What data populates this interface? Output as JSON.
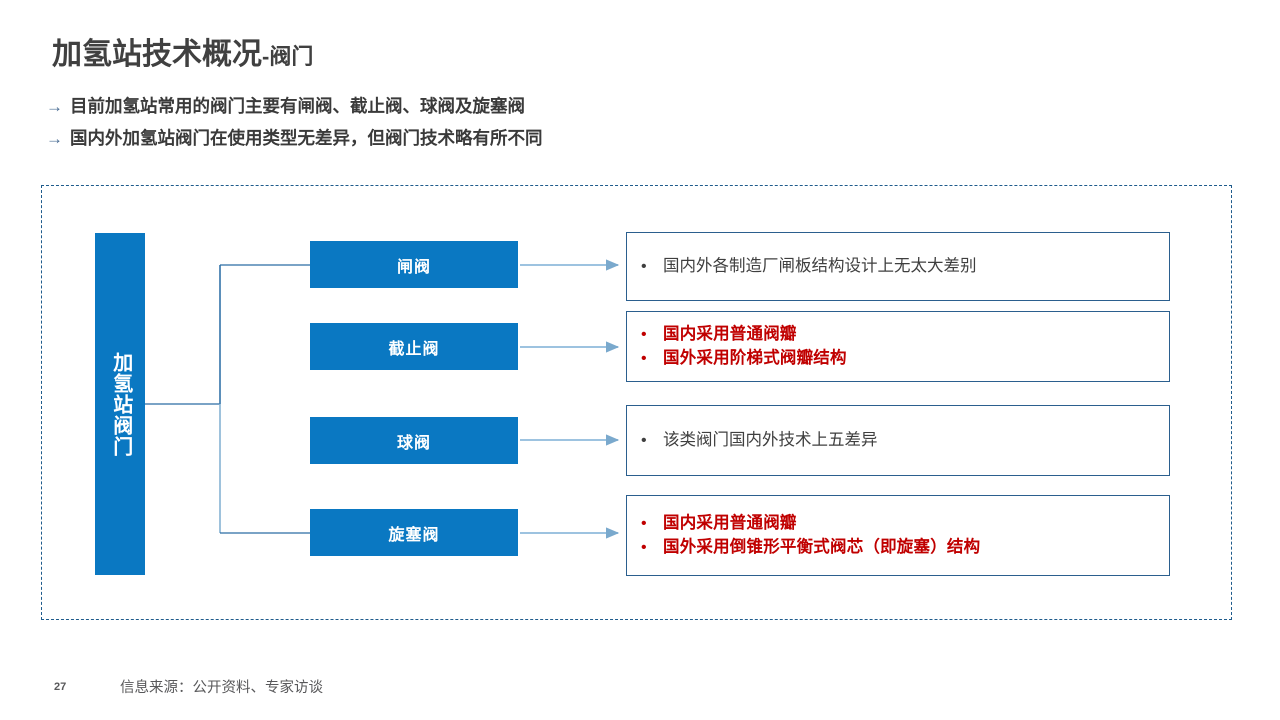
{
  "slide": {
    "title_main": "加氢站技术概况",
    "title_sub": "-阀门",
    "bullets": [
      {
        "arrow": "→",
        "text": "目前加氢站常用的阀门主要有闸阀、截止阀、球阀及旋塞阀"
      },
      {
        "arrow": "→",
        "text": "国内外加氢站阀门在使用类型无差异，但阀门技术略有所不同"
      }
    ]
  },
  "diagram": {
    "root_label": "加氢站阀门",
    "categories": [
      {
        "label": "闸阀"
      },
      {
        "label": "截止阀"
      },
      {
        "label": "球阀"
      },
      {
        "label": "旋塞阀"
      }
    ],
    "details": [
      {
        "style": "normal",
        "lines": [
          {
            "dot": "•",
            "text": "国内外各制造厂闸板结构设计上无太大差别"
          }
        ]
      },
      {
        "style": "highlight",
        "lines": [
          {
            "dot": "•",
            "text": "国内采用普通阀瓣"
          },
          {
            "dot": "•",
            "text": "国外采用阶梯式阀瓣结构"
          }
        ]
      },
      {
        "style": "normal",
        "lines": [
          {
            "dot": "•",
            "text": "该类阀门国内外技术上五差异"
          }
        ]
      },
      {
        "style": "highlight",
        "lines": [
          {
            "dot": "•",
            "text": "国内采用普通阀瓣"
          },
          {
            "dot": "•",
            "text": "国外采用倒锥形平衡式阀芯（即旋塞）结构"
          }
        ]
      }
    ]
  },
  "footer": {
    "page_number": "27",
    "source": "信息来源：公开资料、专家访谈"
  },
  "colors": {
    "brand_blue": "#0a78c2",
    "dashed_border": "#1e5b8c",
    "detail_border": "#2b5f8e",
    "highlight_red": "#c00000",
    "title_gray": "#404040",
    "connector_blue": "#9dc3e0"
  }
}
